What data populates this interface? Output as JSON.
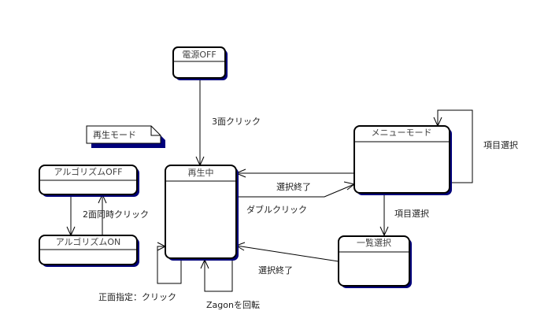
{
  "diagram": {
    "type": "state-machine",
    "colors": {
      "border": "#000000",
      "shadow": "#00007b",
      "background": "#ffffff",
      "text": "#404040"
    },
    "note": {
      "id": "note-playback-mode",
      "text": "再生モード"
    },
    "states": [
      {
        "id": "power-off",
        "name": "電源OFF"
      },
      {
        "id": "playing",
        "name": "再生中"
      },
      {
        "id": "menu-mode",
        "name": "メニューモード"
      },
      {
        "id": "list-select",
        "name": "一覧選択"
      },
      {
        "id": "algorithm-off",
        "name": "アルゴリズムOFF"
      },
      {
        "id": "algorithm-on",
        "name": "アルゴリズムON"
      }
    ],
    "transitions": [
      {
        "from": "power-off",
        "to": "playing",
        "label": "3面クリック"
      },
      {
        "from": "playing",
        "to": "menu-mode",
        "label": "ダブルクリック"
      },
      {
        "from": "menu-mode",
        "to": "playing",
        "label": "選択終了"
      },
      {
        "from": "menu-mode",
        "to": "menu-mode",
        "label": "項目選択"
      },
      {
        "from": "menu-mode",
        "to": "list-select",
        "label": "項目選択"
      },
      {
        "from": "list-select",
        "to": "playing",
        "label": "選択終了"
      },
      {
        "from": "playing",
        "to": "playing",
        "label": "正面指定：クリック"
      },
      {
        "from": "playing",
        "to": "playing",
        "label": "Zagonを回転"
      },
      {
        "from": "algorithm-off",
        "to": "algorithm-on",
        "label": ""
      },
      {
        "from": "algorithm-on",
        "to": "algorithm-off",
        "label": "2面同時クリック"
      }
    ]
  }
}
